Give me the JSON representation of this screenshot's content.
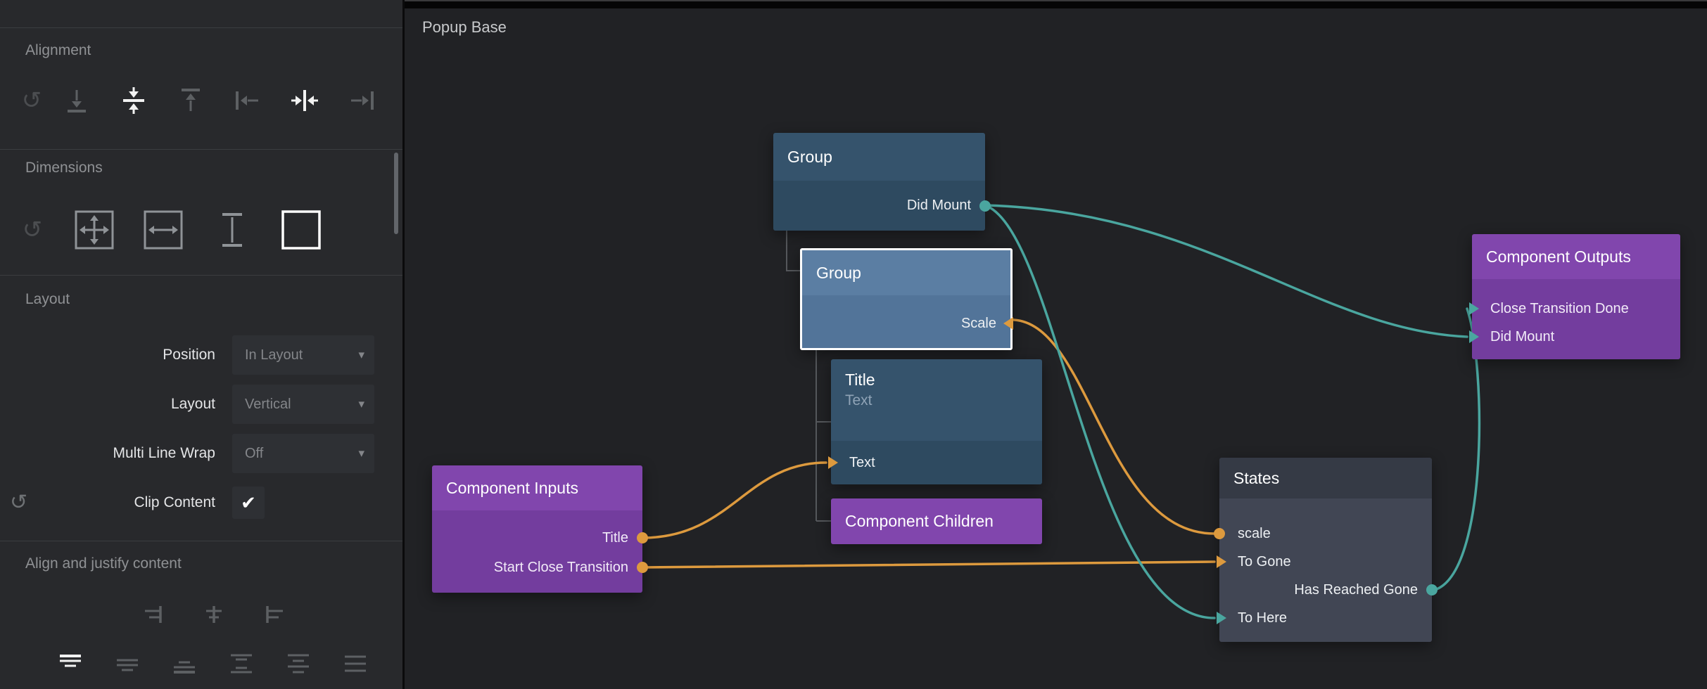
{
  "icons": {
    "reset": "↺",
    "chevron_down": "▾",
    "checkmark": "✔"
  },
  "colors": {
    "wire_orange": "#DD9A3E",
    "wire_teal": "#4AA69F",
    "node_blue_header": "#35536C",
    "node_blue_body": "#2E4A60",
    "node_blue_selected_header": "#5B7EA3",
    "node_blue_selected_body": "#527499",
    "node_purple_header": "#8146AD",
    "node_purple_body": "#733D9E",
    "node_states_header": "#353A45",
    "node_states_body": "#414654",
    "selection_border": "#FFFFFF"
  },
  "sidebar": {
    "alignment": {
      "label": "Alignment"
    },
    "dimensions": {
      "label": "Dimensions"
    },
    "layout": {
      "label": "Layout",
      "rows": {
        "position": {
          "label": "Position",
          "value": "In Layout"
        },
        "layout": {
          "label": "Layout",
          "value": "Vertical"
        },
        "multi_line_wrap": {
          "label": "Multi Line Wrap",
          "value": "Off"
        },
        "clip_content": {
          "label": "Clip Content"
        }
      }
    },
    "align_justify": {
      "label": "Align and justify content"
    }
  },
  "canvas": {
    "title": "Popup Base",
    "nodes": {
      "group1": {
        "title": "Group",
        "ports": {
          "did_mount": "Did Mount"
        }
      },
      "group2": {
        "title": "Group",
        "selected": true,
        "ports": {
          "scale": "Scale"
        }
      },
      "title_node": {
        "title": "Title",
        "subtitle": "Text",
        "ports": {
          "text": "Text"
        }
      },
      "component_children": {
        "title": "Component Children"
      },
      "component_inputs": {
        "title": "Component Inputs",
        "ports": {
          "title": "Title",
          "start_close_transition": "Start Close Transition"
        }
      },
      "states": {
        "title": "States",
        "ports": {
          "scale": "scale",
          "to_gone": "To Gone",
          "has_reached_gone": "Has Reached Gone",
          "to_here": "To Here"
        }
      },
      "component_outputs": {
        "title": "Component Outputs",
        "ports": {
          "close_transition_done": "Close Transition Done",
          "did_mount": "Did Mount"
        }
      }
    },
    "connections": [
      {
        "from": "Component Inputs.Title",
        "to": "Title.Text",
        "color": "#DD9A3E"
      },
      {
        "from": "Component Inputs.Start Close Transition",
        "to": "States.To Gone",
        "color": "#DD9A3E"
      },
      {
        "from": "States.scale",
        "to": "Group.Scale",
        "color": "#DD9A3E"
      },
      {
        "from": "Group.Did Mount",
        "to": "Component Outputs.Did Mount",
        "color": "#4AA69F"
      },
      {
        "from": "Group.Did Mount",
        "to": "States.To Here",
        "color": "#4AA69F"
      },
      {
        "from": "States.Has Reached Gone",
        "to": "Component Outputs.Close Transition Done",
        "color": "#4AA69F"
      }
    ]
  }
}
